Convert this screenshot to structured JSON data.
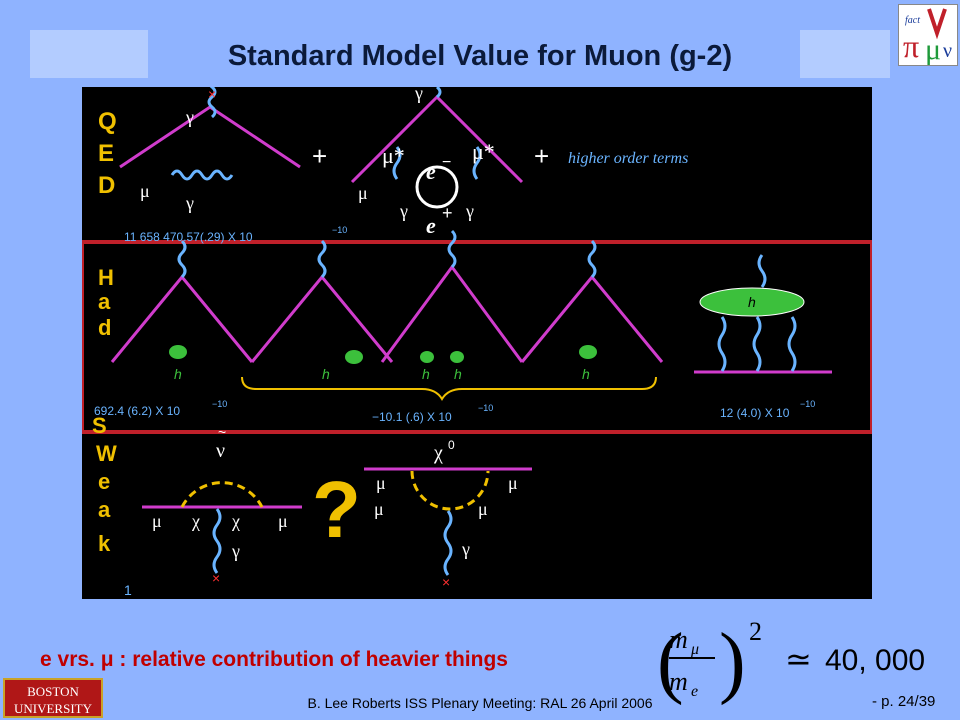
{
  "title": "Standard Model Value for Muon (g-2)",
  "footer": "B. Lee Roberts  ISS Plenary Meeting: RAL 26 April 2006",
  "page_number": "- p. 24/39",
  "footnote": "e vrs. μ : relative contribution of heavier things",
  "formula": {
    "num": "m",
    "num_sub": "μ",
    "den": "m",
    "den_sub": "e",
    "power": "2",
    "approx": "≃",
    "value": "40, 000"
  },
  "logos": {
    "bu_line1": "BOSTON",
    "bu_line2": "UNIVERSITY",
    "fact": "fact"
  },
  "qed": {
    "label": [
      "Q",
      "E",
      "D"
    ],
    "value": "11 658 470.57(.29) X 10",
    "exp": "−10",
    "plus": "+",
    "higher": "higher order terms",
    "gamma": "γ",
    "mu": "μ",
    "mustar": "μ*",
    "eminus": "e",
    "minus": "−",
    "eplus_sign": "+"
  },
  "had": {
    "label": [
      "H",
      "a",
      "d"
    ],
    "value1": "692.4 (6.2)  X 10",
    "value2": "−10.1 (.6) X  10",
    "value3": "12 (4.0)  X 10",
    "exp": "−10",
    "h": "h"
  },
  "weak": {
    "label": [
      "S",
      "W",
      "e",
      "a",
      "k"
    ],
    "nu": "ν",
    "tilde": "~",
    "chi": "χ",
    "chi0": "χ",
    "zero": "0",
    "question": "?",
    "one": "1"
  }
}
